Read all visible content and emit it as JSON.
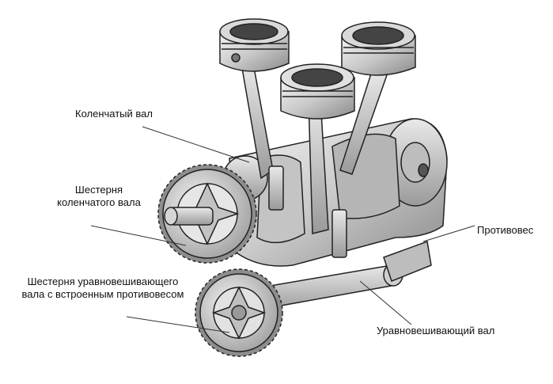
{
  "labels": {
    "crankshaft": "Коленчатый вал",
    "crank_gear": [
      "Шестерня",
      "коленчатого вала"
    ],
    "balancer_gear": [
      "Шестерня уравновешивающего",
      "вала с встроенным противовесом"
    ],
    "counterweight": "Противовес",
    "balance_shaft": "Уравновешивающий вал"
  }
}
